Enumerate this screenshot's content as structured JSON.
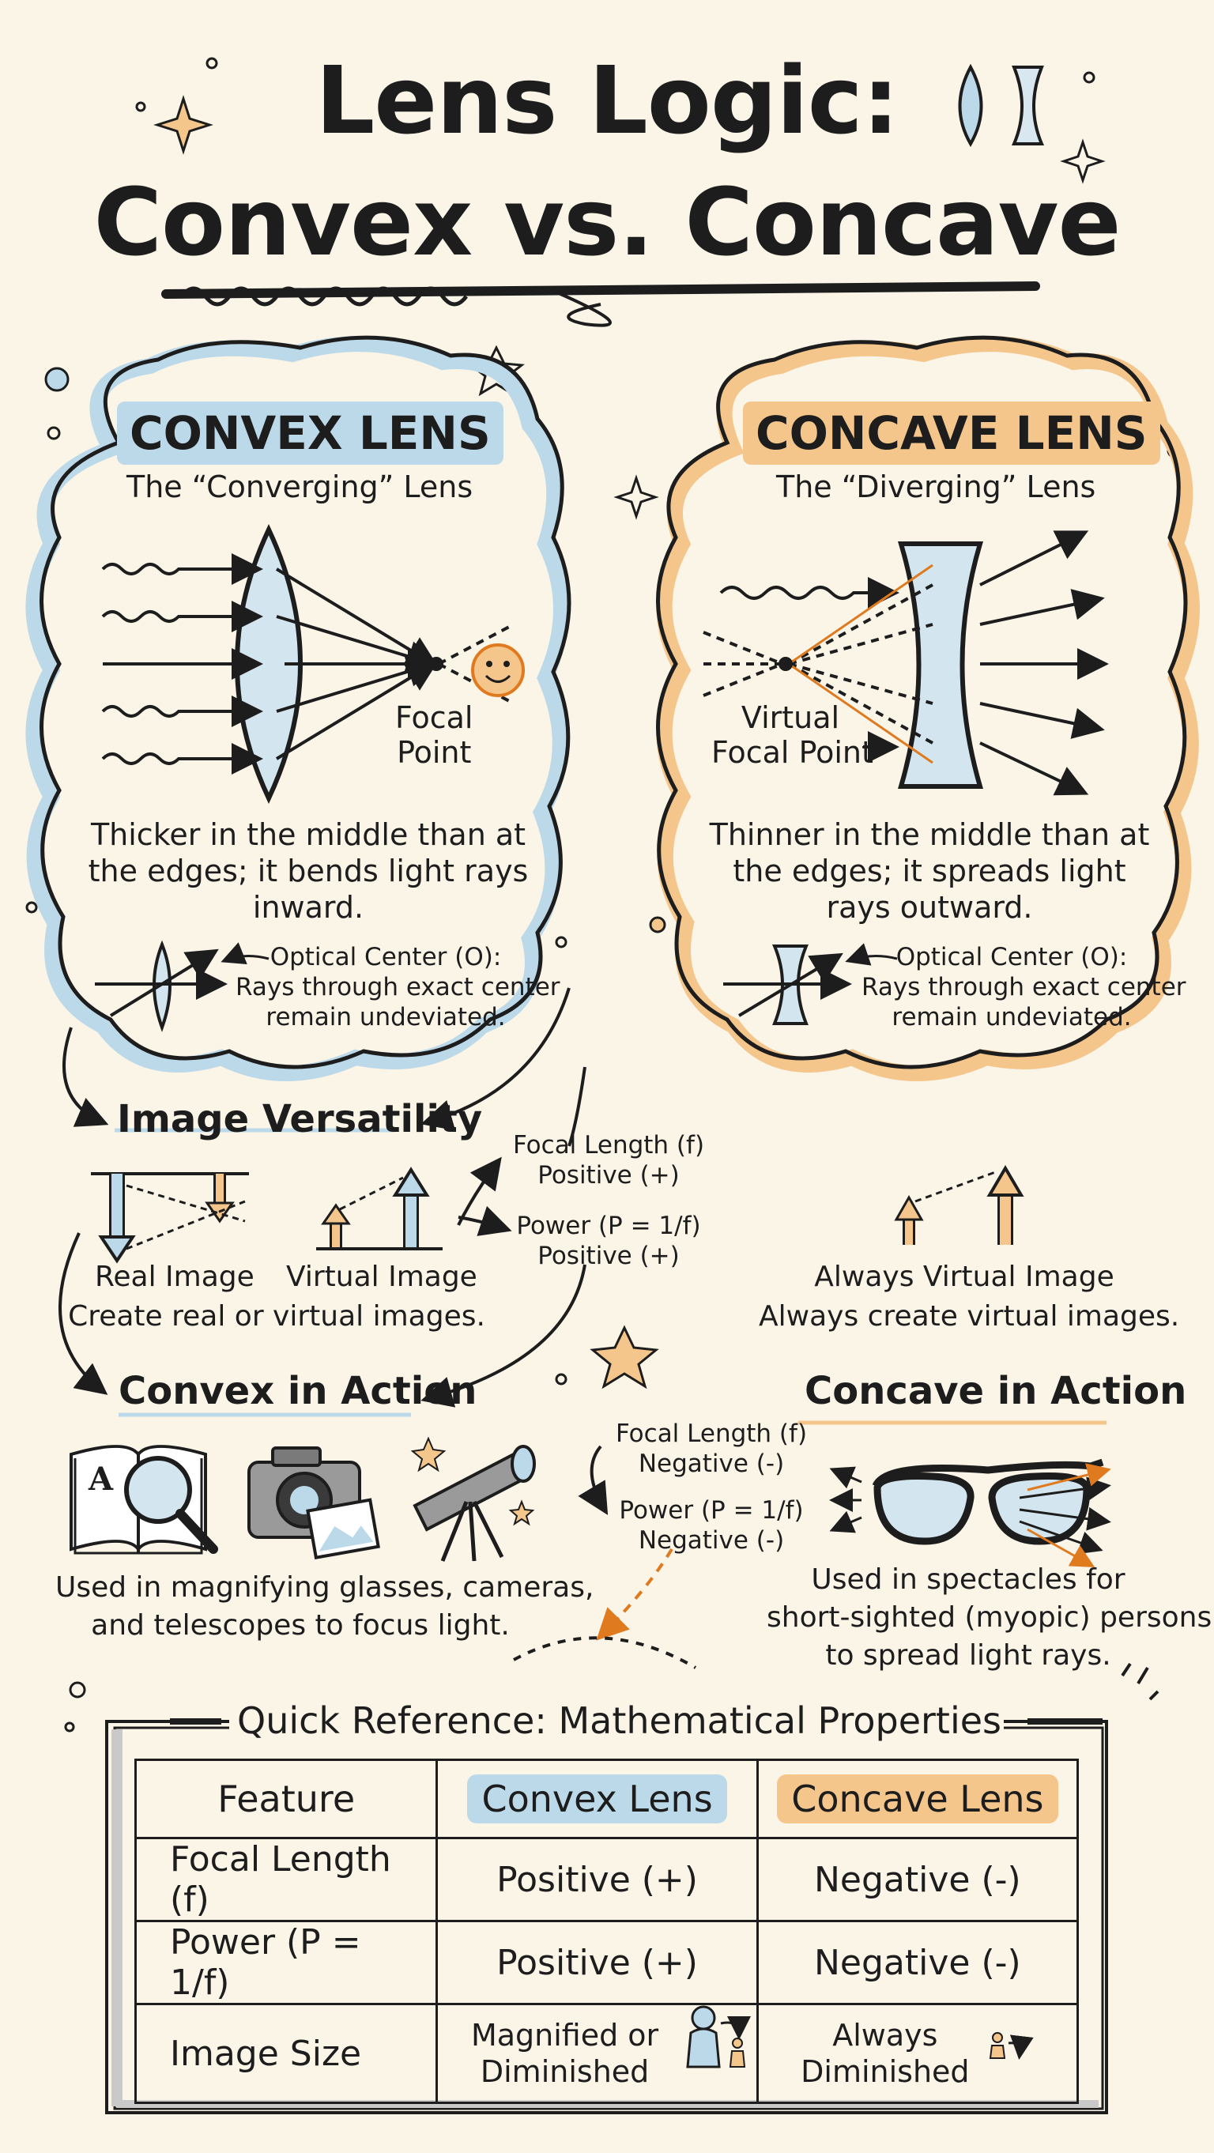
{
  "title": {
    "line1": "Lens Logic:",
    "line2": "Convex vs. Concave"
  },
  "convex": {
    "heading": "CONVEX LENS",
    "subtitle": "The “Converging” Lens",
    "focal_label_1": "Focal",
    "focal_label_2": "Point",
    "desc_1": "Thicker in the middle than at",
    "desc_2": "the edges; it bends light rays",
    "desc_3": "inward.",
    "optical_1": "Optical Center (O):",
    "optical_2": "Rays through exact center",
    "optical_3": "remain undeviated.",
    "color": "#bcd9ea"
  },
  "concave": {
    "heading": "CONCAVE LENS",
    "subtitle": "The “Diverging” Lens",
    "focal_label_1": "Virtual",
    "focal_label_2": "Focal Point",
    "desc_1": "Thinner in the middle than at",
    "desc_2": "the edges; it spreads light",
    "desc_3": "rays outward.",
    "optical_1": "Optical Center (O):",
    "optical_2": "Rays through exact center",
    "optical_3": "remain undeviated.",
    "color": "#f4c68c"
  },
  "versatility": {
    "heading": "Image Versatility",
    "real_image": "Real Image",
    "virtual_image": "Virtual Image",
    "convex_caption": "Create real or virtual images.",
    "focal_1": "Focal Length (f)",
    "focal_2": "Positive (+)",
    "power_1": "Power (P = 1/f)",
    "power_2": "Positive (+)",
    "concave_label": "Always Virtual Image",
    "concave_caption": "Always create virtual images."
  },
  "convex_action": {
    "heading": "Convex in Action",
    "caption_1": "Used in magnifying glasses, cameras,",
    "caption_2": "and telescopes to focus light.",
    "book_letter": "A",
    "icons": [
      "magnifier-book-icon",
      "camera-icon",
      "telescope-icon"
    ]
  },
  "concave_action": {
    "heading": "Concave in Action",
    "focal_1": "Focal Length (f)",
    "focal_2": "Negative (-)",
    "power_1": "Power (P = 1/f)",
    "power_2": "Negative (-)",
    "caption_1": "Used in spectacles for",
    "caption_2": "short-sighted (myopic) persons",
    "caption_3": "to spread light rays.",
    "icons": [
      "spectacles-icon"
    ]
  },
  "reference": {
    "title": "Quick Reference: Mathematical Properties",
    "headers": [
      "Feature",
      "Convex Lens",
      "Concave Lens"
    ],
    "rows": [
      [
        "Focal Length (f)",
        "Positive (+)",
        "Negative (-)"
      ],
      [
        "Power (P = 1/f)",
        "Positive (+)",
        "Negative (-)"
      ]
    ],
    "image_size": {
      "label": "Image Size",
      "convex_1": "Magnified or",
      "convex_2": "Diminished",
      "concave_1": "Always",
      "concave_2": "Diminished"
    }
  }
}
